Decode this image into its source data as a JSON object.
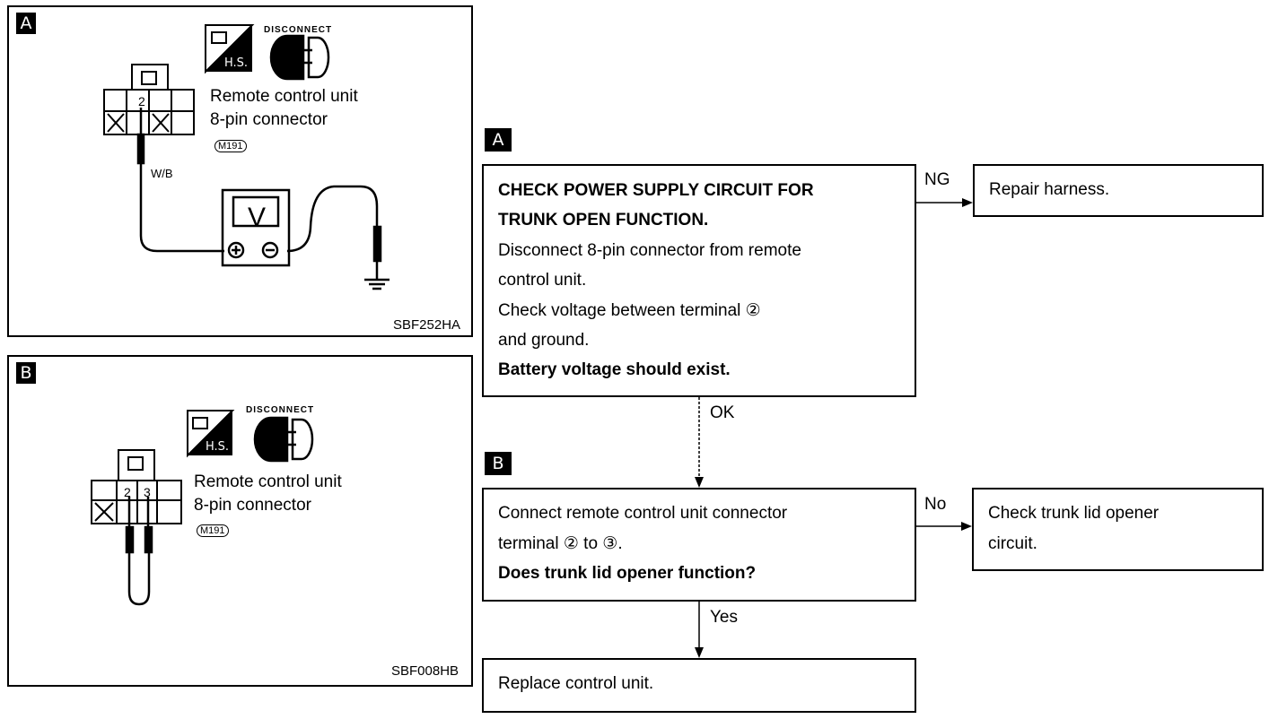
{
  "panel_a": {
    "badge": "A",
    "disconnect_label": "DISCONNECT",
    "hs_label": "H.S.",
    "connector_line1": "Remote control unit",
    "connector_line2": "8-pin connector",
    "connector_code": "M191",
    "pin_label": "2",
    "wire_label": "W/B",
    "meter_label": "V",
    "figure_code": "SBF252HA"
  },
  "panel_b": {
    "badge": "B",
    "disconnect_label": "DISCONNECT",
    "hs_label": "H.S.",
    "connector_line1": "Remote control unit",
    "connector_line2": "8-pin connector",
    "connector_code": "M191",
    "pin_label_a": "2",
    "pin_label_b": "3",
    "figure_code": "SBF008HB"
  },
  "flow": {
    "badge_a": "A",
    "badge_b": "B",
    "step1": {
      "title_line1": "CHECK POWER SUPPLY CIRCUIT FOR",
      "title_line2": "TRUNK OPEN FUNCTION.",
      "line3": "Disconnect 8-pin connector from remote",
      "line4": "control unit.",
      "line5": "Check voltage between terminal  ②",
      "line6": "and ground.",
      "line7": "Battery voltage should exist."
    },
    "ng_label": "NG",
    "ng_result": "Repair harness.",
    "ok_label": "OK",
    "step2": {
      "line1": "Connect remote control unit connector",
      "line2": "terminal  ②  to  ③.",
      "line3": "Does trunk lid opener function?"
    },
    "no_label": "No",
    "no_result_line1": "Check trunk lid opener",
    "no_result_line2": "circuit.",
    "yes_label": "Yes",
    "yes_result": "Replace control unit."
  }
}
